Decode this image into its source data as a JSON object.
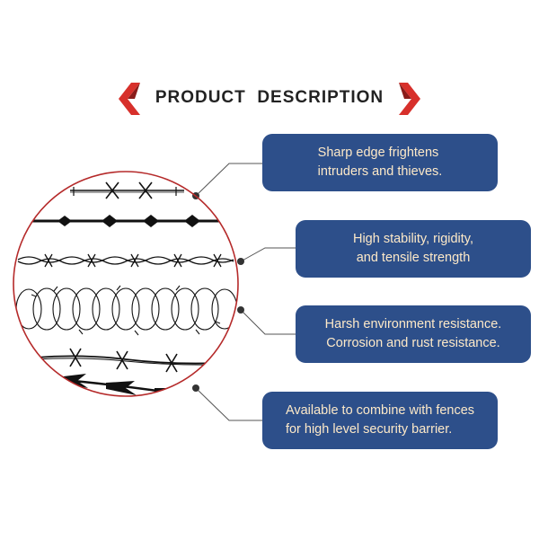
{
  "header": {
    "title": "PRODUCT  DESCRIPTION",
    "accent_color": "#d7302b",
    "accent_shade": "#8a1c1a"
  },
  "circle": {
    "border_color": "#b52a2a",
    "wire_color": "#111111",
    "connector_color": "#555555"
  },
  "features": [
    {
      "text": "Sharp edge frightens\nintruders and thieves."
    },
    {
      "text": "High stability, rigidity,\nand tensile strength"
    },
    {
      "text": "Harsh environment resistance.\nCorrosion and rust resistance."
    },
    {
      "text": "Available to combine with fences\nfor high level security barrier."
    }
  ],
  "box_color": "#2d4f8a",
  "box_text_color": "#fde9c8"
}
